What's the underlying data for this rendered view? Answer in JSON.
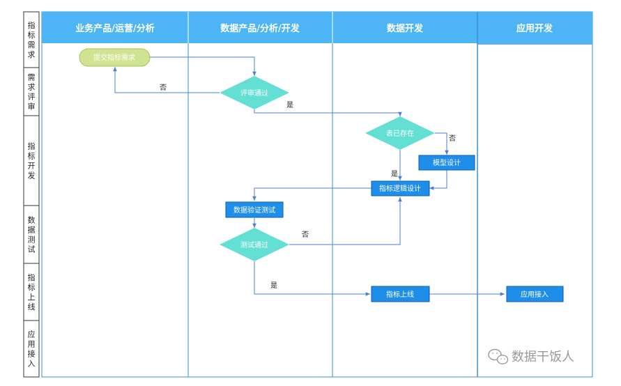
{
  "stages": [
    "指标需求",
    "需求评审",
    "指标开发",
    "数据测试",
    "指标上线",
    "应用接入"
  ],
  "lanes": [
    "业务产品/运营/分析",
    "数据产品/分析/开发",
    "数据开发",
    "应用开发"
  ],
  "nodes": {
    "submit": "提交指标需求",
    "review": "评审通过",
    "table_exists": "表已存在",
    "model_design": "模型设计",
    "logic_design": "指标逻辑设计",
    "validate_test": "数据验证测试",
    "test_pass": "测试通过",
    "launch": "指标上线",
    "app_access": "应用接入"
  },
  "edge_labels": {
    "review_no": "否",
    "review_yes": "是",
    "table_no": "否",
    "table_yes": "是",
    "test_no": "否",
    "test_yes": "是"
  },
  "watermark": "数据干饭人",
  "colors": {
    "lane_header": "#4db4f5",
    "lane_line": "#3b8fd6",
    "arrow": "#4a7fd6",
    "decision": "#64dfd4",
    "process": "#1e8ee8",
    "process_border": "#0d5fb0",
    "start_fill": "#cfe391",
    "start_border": "#a8c35a"
  },
  "icons": [
    "wechat-icon"
  ]
}
